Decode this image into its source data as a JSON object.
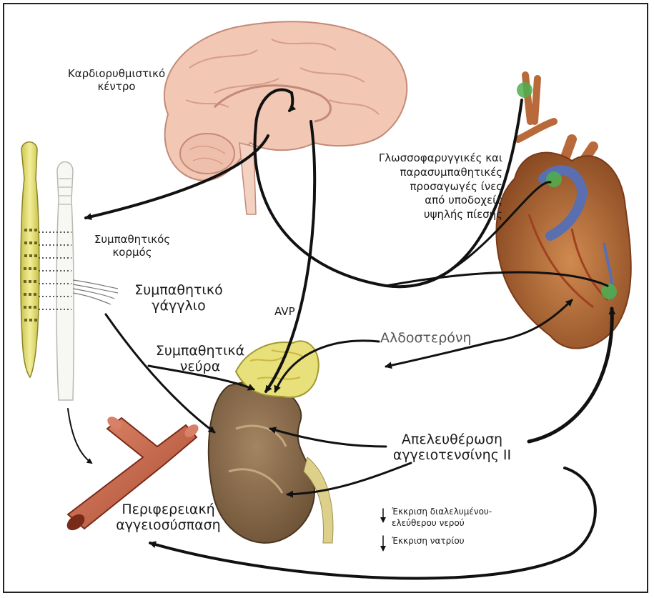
{
  "labels": {
    "cardio_center": "Καρδιορυθμιστικό\nκέντρο",
    "sympathetic_trunk": "Συμπαθητικός\nκορμός",
    "sympathetic_ganglion": "Συμπαθητικό\nγάγγλιο",
    "avp": "AVP",
    "sympathetic_nerves": "Συμπαθητικά\nνεύρα",
    "aldosterone": "Αλδοστερόνη",
    "afferent_fibers": "Γλωσσοφαρυγγικές και\nπαρασυμπαθητικές\nπροσαγωγές ίνες\nαπό υποδοχείς\nυψηλής πίεσης",
    "angiotensin_release": "Απελευθέρωση\nαγγειοτενσίνης ΙΙ",
    "peripheral_vasoconstriction": "Περιφερειακή\nαγγειοσύσπαση",
    "water_secretion": "Έκκριση διαλελυμένου-\nελεύθερου νερού",
    "sodium_secretion": "Έκκριση νατρίου"
  },
  "colors": {
    "brain": "#f2c7b4",
    "heart": "#b86a3a",
    "kidney": "#8a6a48",
    "adrenal": "#e8e07a",
    "vessel": "#c8604a",
    "receptor": "#4caf50",
    "arrow": "#111111"
  }
}
